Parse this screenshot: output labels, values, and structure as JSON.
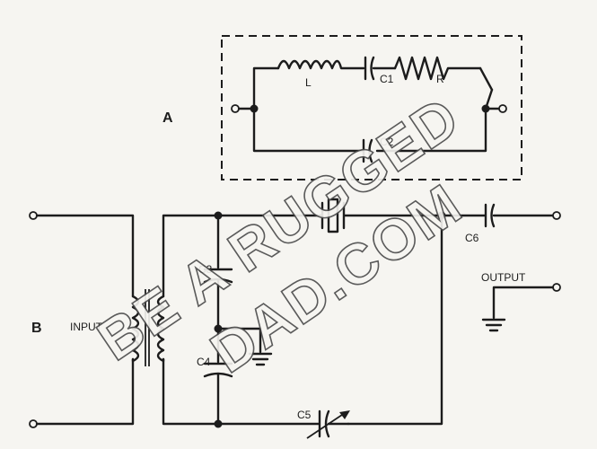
{
  "diagram": {
    "section_a_label": "A",
    "section_b_label": "B",
    "components": {
      "inductor": "L",
      "c1": "C1",
      "resistor": "R",
      "c2": "C2",
      "c3": "C3",
      "c4": "C4",
      "c5": "C5",
      "c6": "C6"
    },
    "input_label": "INPUT",
    "output_label": "OUTPUT",
    "watermark_line1": "BE A RUGGED",
    "watermark_line2": "DAD.COM"
  }
}
